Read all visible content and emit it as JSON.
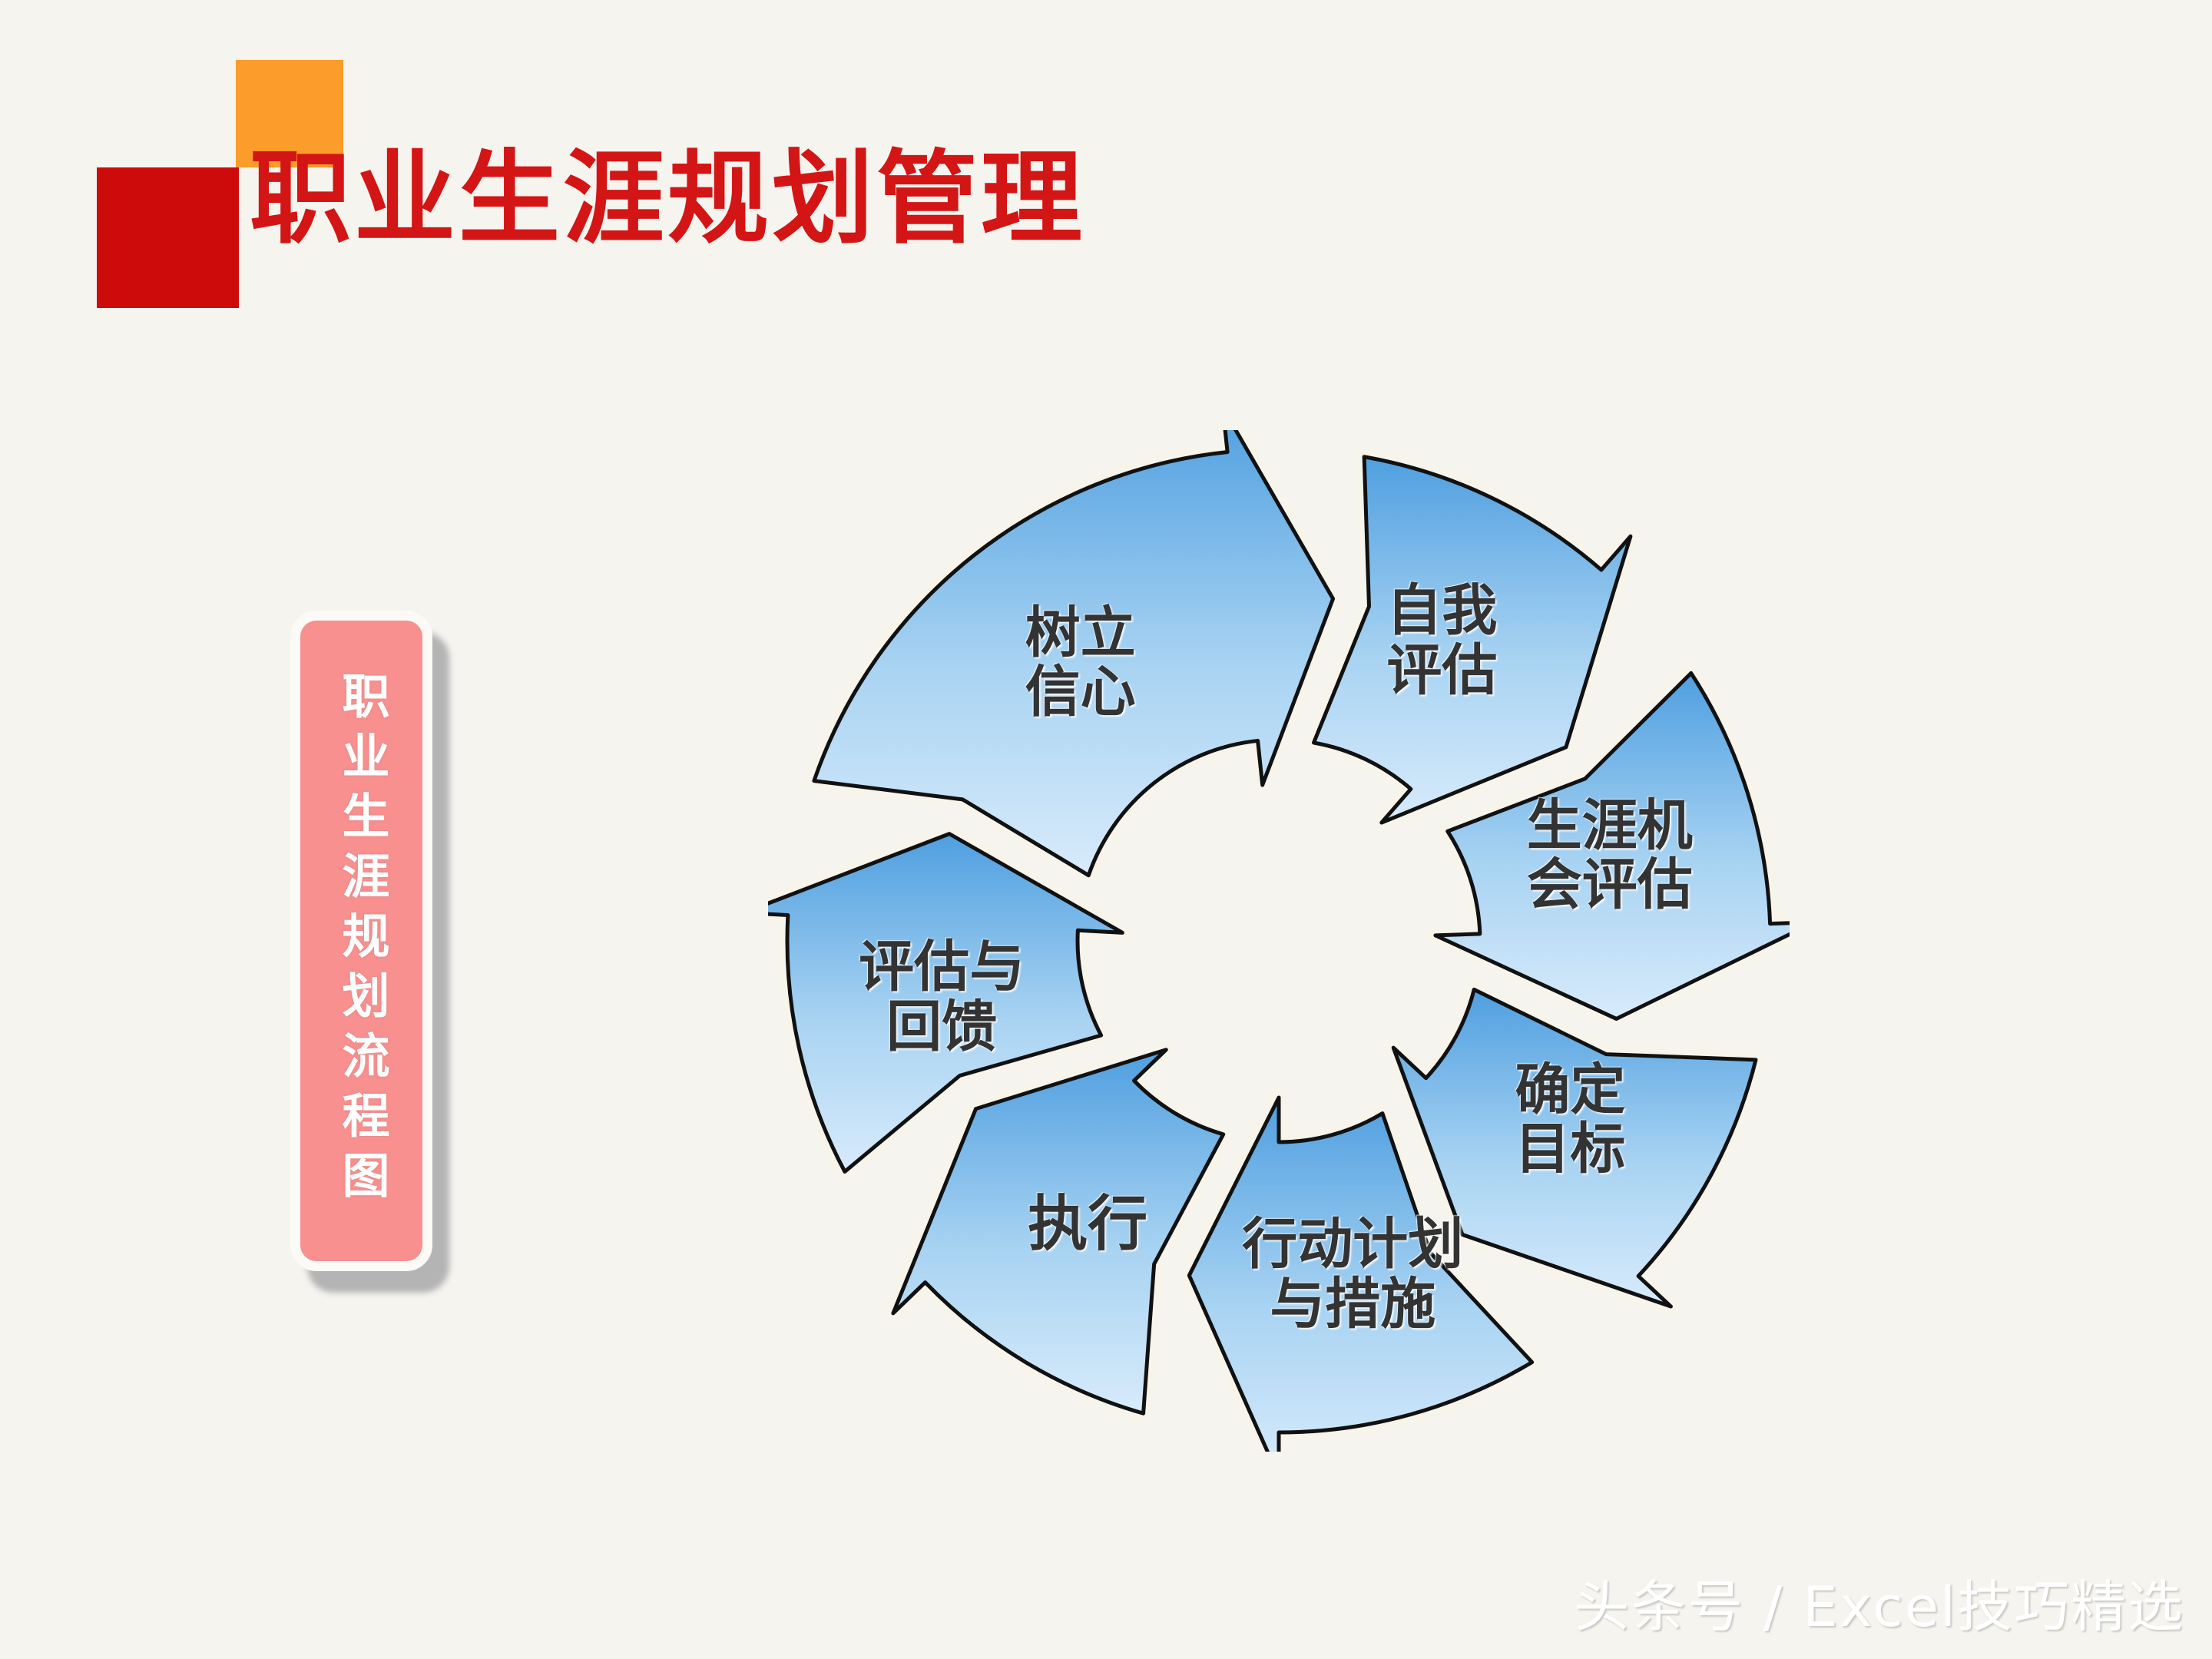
{
  "slide": {
    "background_color": "#f5f4ef",
    "title": "职业生涯规划管理",
    "title_color": "#d41515",
    "deco_orange_color": "#fb9c2b",
    "deco_red_color": "#cd0b0b"
  },
  "side_label": {
    "text": "职业生涯规划流程图",
    "fill_color": "#f89090",
    "text_color": "#ffffff"
  },
  "chart_data": {
    "type": "diagram",
    "subtype": "circular-arrow-cycle",
    "title": "职业生涯规划流程图",
    "segment_count": 8,
    "direction": "clockwise",
    "arrow_fill_top": "#5aa9e6",
    "arrow_fill_bottom": "#cfe6f9",
    "arrow_outline": "#111111",
    "arrow_gap_color": "#f7f4ec",
    "label_color": "#333333",
    "categories": [
      "自我评估",
      "生涯机会评估",
      "确定目标",
      "行动计划与措施",
      "执行",
      "评估与回馈",
      "树立信心"
    ],
    "segments": [
      {
        "index": 1,
        "label": "自我\n评估",
        "angle_start": -80,
        "angle_end": -34
      },
      {
        "index": 2,
        "label": "生涯机\n会评估",
        "angle_start": -33,
        "angle_end": 13
      },
      {
        "index": 3,
        "label": "确定\n目标",
        "angle_start": 14,
        "angle_end": 58
      },
      {
        "index": 4,
        "label": "行动计划\n与措施",
        "angle_start": 59,
        "angle_end": 105
      },
      {
        "index": 5,
        "label": "执行",
        "angle_start": 106,
        "angle_end": 151
      },
      {
        "index": 6,
        "label": "评估与\n回馈",
        "angle_start": 152,
        "angle_end": 198
      },
      {
        "index": 7,
        "label": "树立\n信心",
        "angle_start": 199,
        "angle_end": 279
      }
    ]
  },
  "watermark": {
    "text": "头条号 / Excel技巧精选"
  }
}
